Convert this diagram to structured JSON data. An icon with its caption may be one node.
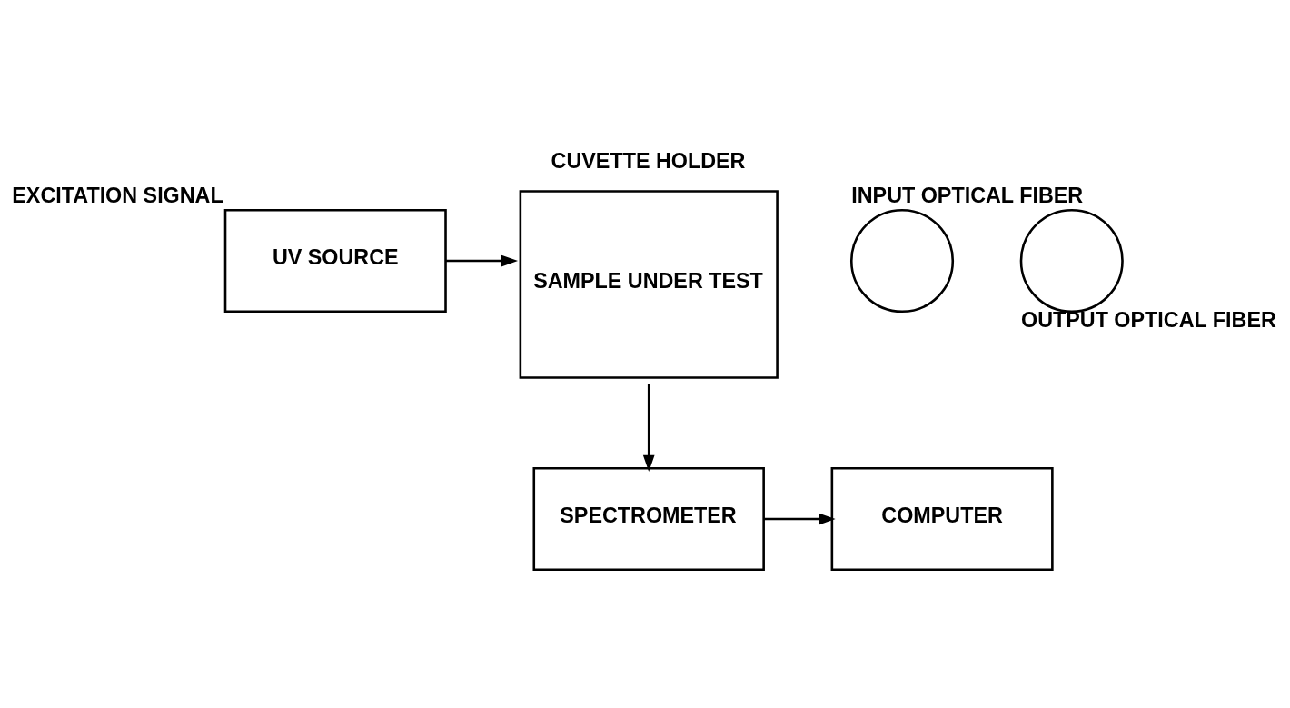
{
  "diagram": {
    "nodes": [
      {
        "text": [
          "UV SOURCE"
        ],
        "beside": [
          "EXCITATION SIGNAL"
        ]
      },
      {
        "text": [],
        "shape": "circle",
        "beside": [
          "INPUT OPTICAL FIBER"
        ]
      },
      {
        "text": [
          "CUVETTE HOLDER",
          "SAMPLE UNDER TEST"
        ]
      },
      {
        "text": [],
        "shape": "circle",
        "beside": [
          "OUTPUT OPTICAL FIBER"
        ]
      },
      {
        "text": [
          "SPECTROMETER"
        ]
      },
      {
        "text": [
          "COMPUTER"
        ]
      }
    ],
    "edges": [
      {
        "from": 0,
        "to": 2,
        "arrow": "to"
      },
      {
        "from": 2,
        "to": 4,
        "arrow": "to"
      },
      {
        "from": 4,
        "to": 5,
        "arrow": "to"
      }
    ]
  }
}
